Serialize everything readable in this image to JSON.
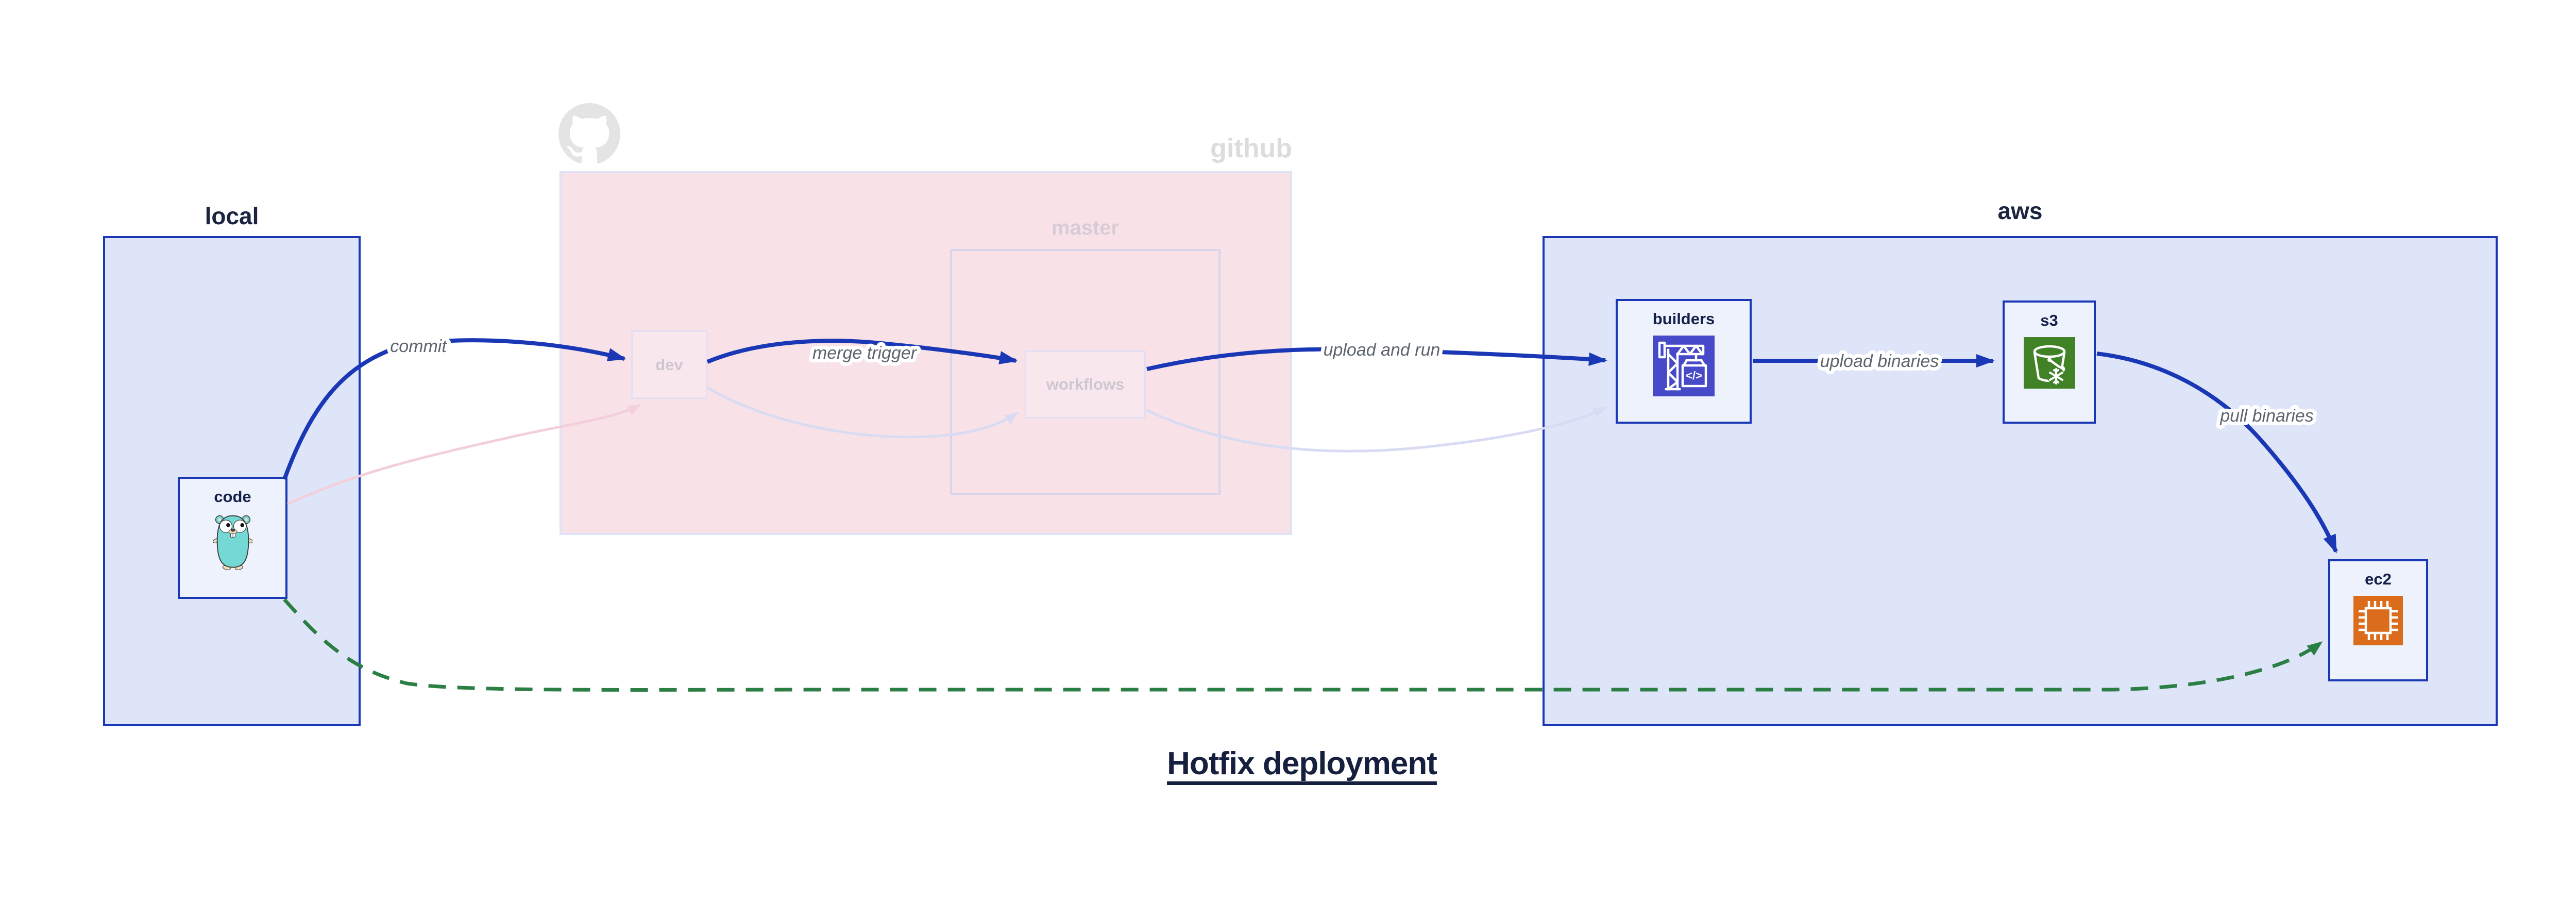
{
  "diagram": {
    "title": "Hotfix deployment"
  },
  "containers": {
    "local": {
      "label": "local"
    },
    "github": {
      "label": "github",
      "logo_icon": "github-octocat-icon",
      "master": {
        "label": "master"
      }
    },
    "aws": {
      "label": "aws"
    }
  },
  "nodes": {
    "code": {
      "label": "code",
      "icon": "go-gopher-icon"
    },
    "dev": {
      "label": "dev"
    },
    "workflows": {
      "label": "workflows"
    },
    "builders": {
      "label": "builders",
      "icon": "aws-codebuild-crane-icon"
    },
    "s3": {
      "label": "s3",
      "icon": "aws-s3-glacier-bucket-icon"
    },
    "ec2": {
      "label": "ec2",
      "icon": "aws-ec2-chip-icon"
    }
  },
  "edges": {
    "commit": {
      "label": "commit",
      "style": "solid-blue",
      "from": "code",
      "to": "dev"
    },
    "commit_faded": {
      "label": "",
      "style": "faded-pink",
      "from": "code",
      "to": "dev"
    },
    "merge_trigger": {
      "label": "merge trigger",
      "style": "solid-blue",
      "from": "dev",
      "to": "workflows"
    },
    "dev_workflows_faded": {
      "label": "",
      "style": "faded-lavender",
      "from": "dev",
      "to": "workflows"
    },
    "upload_and_run": {
      "label": "upload and run",
      "style": "solid-blue",
      "from": "workflows",
      "to": "builders"
    },
    "workflows_builders_faded": {
      "label": "",
      "style": "faded-lavender",
      "from": "workflows",
      "to": "builders"
    },
    "upload_binaries": {
      "label": "upload binaries",
      "style": "solid-blue",
      "from": "builders",
      "to": "s3"
    },
    "pull_binaries": {
      "label": "pull binaries",
      "style": "solid-blue",
      "from": "s3",
      "to": "ec2"
    },
    "hotfix_direct": {
      "label": "",
      "style": "dashed-green",
      "from": "code",
      "to": "ec2"
    }
  },
  "colors": {
    "blue_accent": "#1a38b5",
    "container_fill": "#dee5f8",
    "node_fill": "#eef2fc",
    "navy_text": "#14204a",
    "github_container_fill": "#f8e2e8",
    "github_container_border": "#dfe3f5",
    "faded_node_fill": "#f8e8ee",
    "faded_node_border": "#e4def2",
    "faded_node_text": "#cfc6d0",
    "master_label_text": "#d7ccd5",
    "github_logo_gray": "#e4e4e4",
    "edge_label_gray": "#5d646e",
    "pink_edge": "#f2cfda",
    "lavender_edge": "#d8dbf2",
    "green_edge": "#2b7e44",
    "codebuild_indigo": "#4649c8",
    "s3_green": "#418227",
    "ec2_orange": "#da6c1c",
    "gopher_teal": "#74d9d4"
  }
}
